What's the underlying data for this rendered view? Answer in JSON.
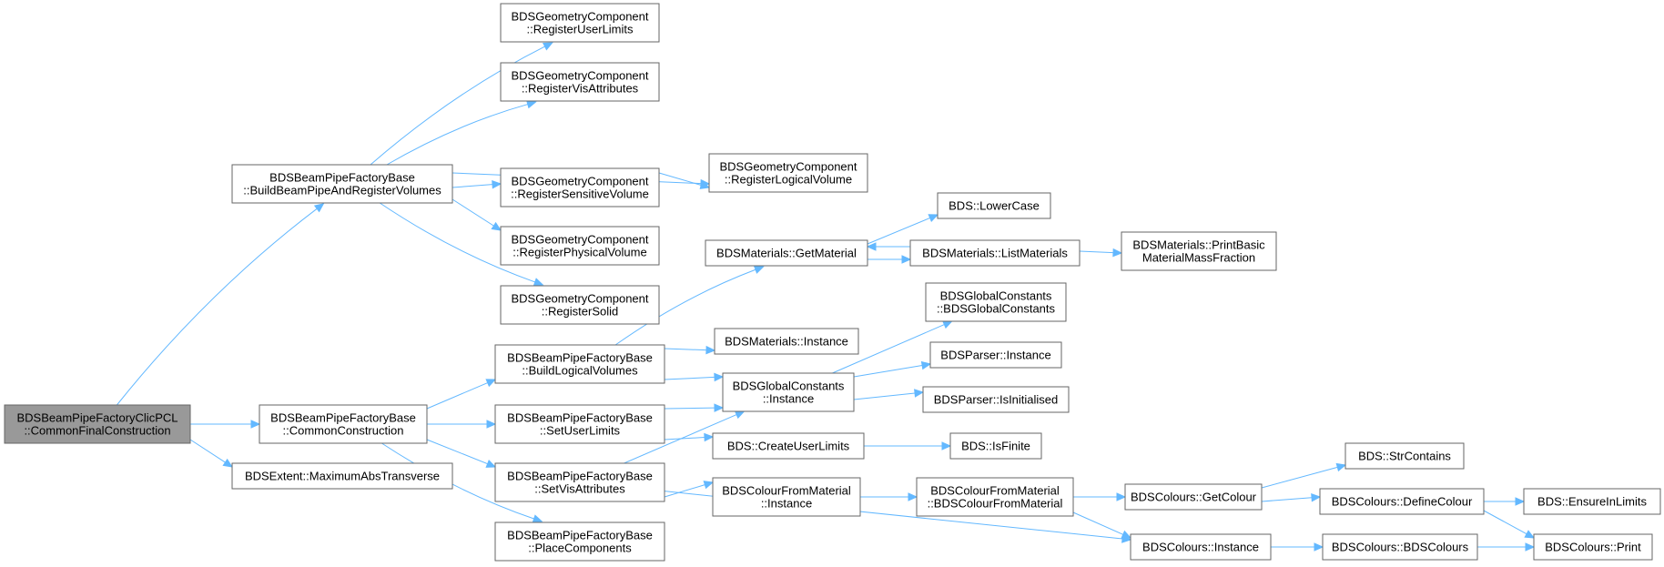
{
  "diagram": {
    "colors": {
      "edge": "#63b8ff",
      "node_border": "#666666",
      "root_fill": "#999999",
      "node_fill": "#ffffff"
    },
    "nodes": [
      {
        "id": "root",
        "lines": [
          "BDSBeamPipeFactoryClicPCL",
          "::CommonFinalConstruction"
        ],
        "root": true
      },
      {
        "id": "bbpar",
        "lines": [
          "BDSBeamPipeFactoryBase",
          "::BuildBeamPipeAndRegisterVolumes"
        ]
      },
      {
        "id": "cc",
        "lines": [
          "BDSBeamPipeFactoryBase",
          "::CommonConstruction"
        ]
      },
      {
        "id": "mat",
        "lines": [
          "BDSExtent::MaximumAbsTransverse"
        ]
      },
      {
        "id": "rul",
        "lines": [
          "BDSGeometryComponent",
          "::RegisterUserLimits"
        ]
      },
      {
        "id": "rva",
        "lines": [
          "BDSGeometryComponent",
          "::RegisterVisAttributes"
        ]
      },
      {
        "id": "rsv",
        "lines": [
          "BDSGeometryComponent",
          "::RegisterSensitiveVolume"
        ]
      },
      {
        "id": "rpv",
        "lines": [
          "BDSGeometryComponent",
          "::RegisterPhysicalVolume"
        ]
      },
      {
        "id": "rs",
        "lines": [
          "BDSGeometryComponent",
          "::RegisterSolid"
        ]
      },
      {
        "id": "rlv",
        "lines": [
          "BDSGeometryComponent",
          "::RegisterLogicalVolume"
        ]
      },
      {
        "id": "blv",
        "lines": [
          "BDSBeamPipeFactoryBase",
          "::BuildLogicalVolumes"
        ]
      },
      {
        "id": "sul",
        "lines": [
          "BDSBeamPipeFactoryBase",
          "::SetUserLimits"
        ]
      },
      {
        "id": "sva",
        "lines": [
          "BDSBeamPipeFactoryBase",
          "::SetVisAttributes"
        ]
      },
      {
        "id": "pc",
        "lines": [
          "BDSBeamPipeFactoryBase",
          "::PlaceComponents"
        ]
      },
      {
        "id": "gm",
        "lines": [
          "BDSMaterials::GetMaterial"
        ]
      },
      {
        "id": "mi",
        "lines": [
          "BDSMaterials::Instance"
        ]
      },
      {
        "id": "gci",
        "lines": [
          "BDSGlobalConstants",
          "::Instance"
        ]
      },
      {
        "id": "cul",
        "lines": [
          "BDS::CreateUserLimits"
        ]
      },
      {
        "id": "cfmi",
        "lines": [
          "BDSColourFromMaterial",
          "::Instance"
        ]
      },
      {
        "id": "lc",
        "lines": [
          "BDS::LowerCase"
        ]
      },
      {
        "id": "lm",
        "lines": [
          "BDSMaterials::ListMaterials"
        ]
      },
      {
        "id": "pbm",
        "lines": [
          "BDSMaterials::PrintBasic",
          "MaterialMassFraction"
        ]
      },
      {
        "id": "gcc",
        "lines": [
          "BDSGlobalConstants",
          "::BDSGlobalConstants"
        ]
      },
      {
        "id": "pi",
        "lines": [
          "BDSParser::Instance"
        ]
      },
      {
        "id": "pii",
        "lines": [
          "BDSParser::IsInitialised"
        ]
      },
      {
        "id": "isf",
        "lines": [
          "BDS::IsFinite"
        ]
      },
      {
        "id": "cfmc",
        "lines": [
          "BDSColourFromMaterial",
          "::BDSColourFromMaterial"
        ]
      },
      {
        "id": "gcol",
        "lines": [
          "BDSColours::GetColour"
        ]
      },
      {
        "id": "ci",
        "lines": [
          "BDSColours::Instance"
        ]
      },
      {
        "id": "sc",
        "lines": [
          "BDS::StrContains"
        ]
      },
      {
        "id": "dc",
        "lines": [
          "BDSColours::DefineColour"
        ]
      },
      {
        "id": "eil",
        "lines": [
          "BDS::EnsureInLimits"
        ]
      },
      {
        "id": "bc",
        "lines": [
          "BDSColours::BDSColours"
        ]
      },
      {
        "id": "pr",
        "lines": [
          "BDSColours::Print"
        ]
      }
    ],
    "edges": [
      [
        "root",
        "bbpar"
      ],
      [
        "root",
        "cc"
      ],
      [
        "root",
        "mat"
      ],
      [
        "bbpar",
        "rul"
      ],
      [
        "bbpar",
        "rva"
      ],
      [
        "bbpar",
        "rsv"
      ],
      [
        "bbpar",
        "rpv"
      ],
      [
        "bbpar",
        "rs"
      ],
      [
        "bbpar",
        "rlv"
      ],
      [
        "rsv",
        "rlv"
      ],
      [
        "cc",
        "blv"
      ],
      [
        "cc",
        "sul"
      ],
      [
        "cc",
        "sva"
      ],
      [
        "cc",
        "pc"
      ],
      [
        "blv",
        "gm"
      ],
      [
        "blv",
        "mi"
      ],
      [
        "blv",
        "gci"
      ],
      [
        "sul",
        "gci"
      ],
      [
        "sul",
        "cul"
      ],
      [
        "sva",
        "gci"
      ],
      [
        "sva",
        "cfmi"
      ],
      [
        "sva",
        "ci"
      ],
      [
        "gm",
        "lc"
      ],
      [
        "gm",
        "lm"
      ],
      [
        "lm",
        "gm"
      ],
      [
        "lm",
        "pbm"
      ],
      [
        "gci",
        "gcc"
      ],
      [
        "gci",
        "pi"
      ],
      [
        "gci",
        "pii"
      ],
      [
        "cul",
        "isf"
      ],
      [
        "cfmi",
        "cfmc"
      ],
      [
        "cfmc",
        "gcol"
      ],
      [
        "cfmc",
        "ci"
      ],
      [
        "gcol",
        "sc"
      ],
      [
        "gcol",
        "dc"
      ],
      [
        "dc",
        "eil"
      ],
      [
        "dc",
        "pr"
      ],
      [
        "ci",
        "bc"
      ],
      [
        "bc",
        "pr"
      ]
    ]
  }
}
